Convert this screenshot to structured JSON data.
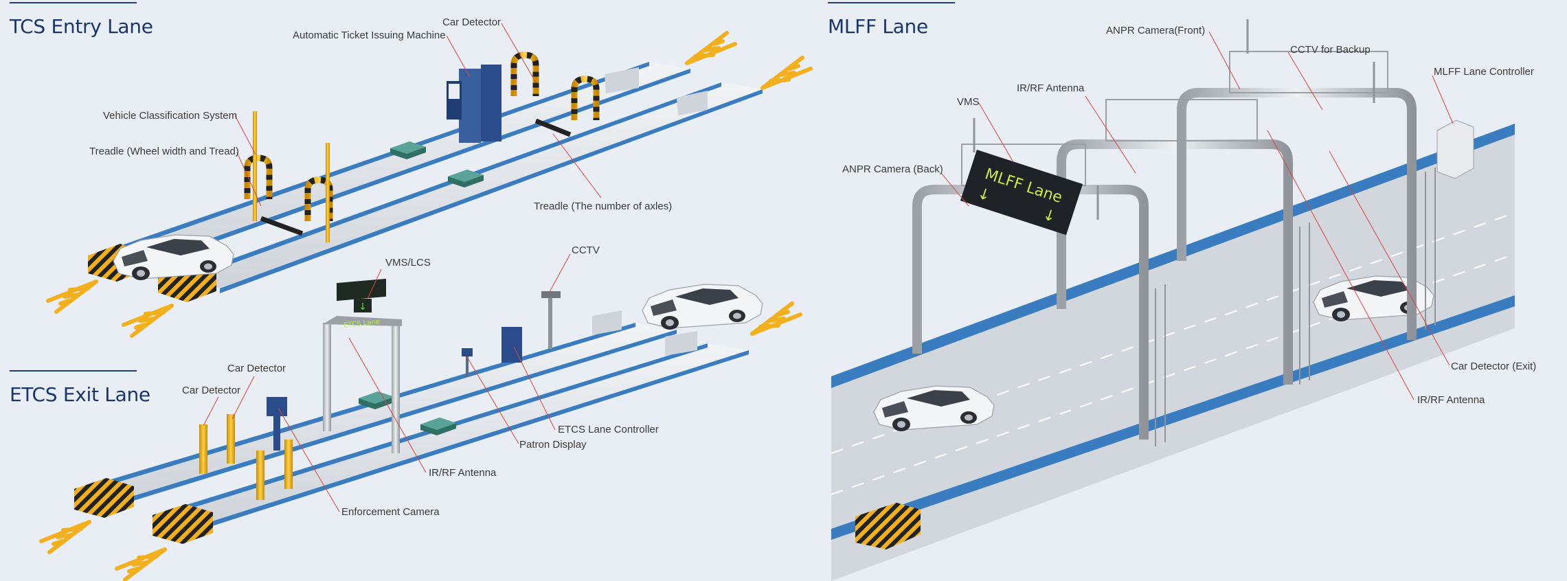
{
  "tcs": {
    "title": "TCS Entry Lane",
    "labels": {
      "car_detector": "Car Detector",
      "ticket_machine": "Automatic Ticket Issuing Machine",
      "vehicle_classification": "Vehicle Classification System",
      "treadle_wheel": "Treadle (Wheel width and Tread)",
      "treadle_axles": "Treadle (The number of axles)"
    }
  },
  "etcs": {
    "title": "ETCS Exit Lane",
    "sign_text": "ETCS Lane",
    "labels": {
      "vms_lcs": "VMS/LCS",
      "cctv": "CCTV",
      "car_detector_1": "Car Detector",
      "car_detector_2": "Car Detector",
      "etcs_lane_controller": "ETCS Lane Controller",
      "patron_display": "Patron Display",
      "irrf_antenna": "IR/RF Antenna",
      "enforcement_camera": "Enforcement Camera"
    }
  },
  "mlff": {
    "title": "MLFF Lane",
    "sign_text": "MLFF Lane",
    "labels": {
      "anpr_front": "ANPR Camera(Front)",
      "cctv_backup": "CCTV for Backup",
      "mlff_controller": "MLFF Lane Controller",
      "irrf_antenna_top": "IR/RF Antenna",
      "vms": "VMS",
      "anpr_back": "ANPR Camera (Back)",
      "car_detector_exit": "Car Detector (Exit)",
      "irrf_antenna_bottom": "IR/RF Antenna"
    }
  },
  "colors": {
    "title": "#17366d",
    "lane_blue": "#3a7cc0",
    "arrow_yellow": "#f2b01e",
    "leader_red": "#d9453b"
  }
}
